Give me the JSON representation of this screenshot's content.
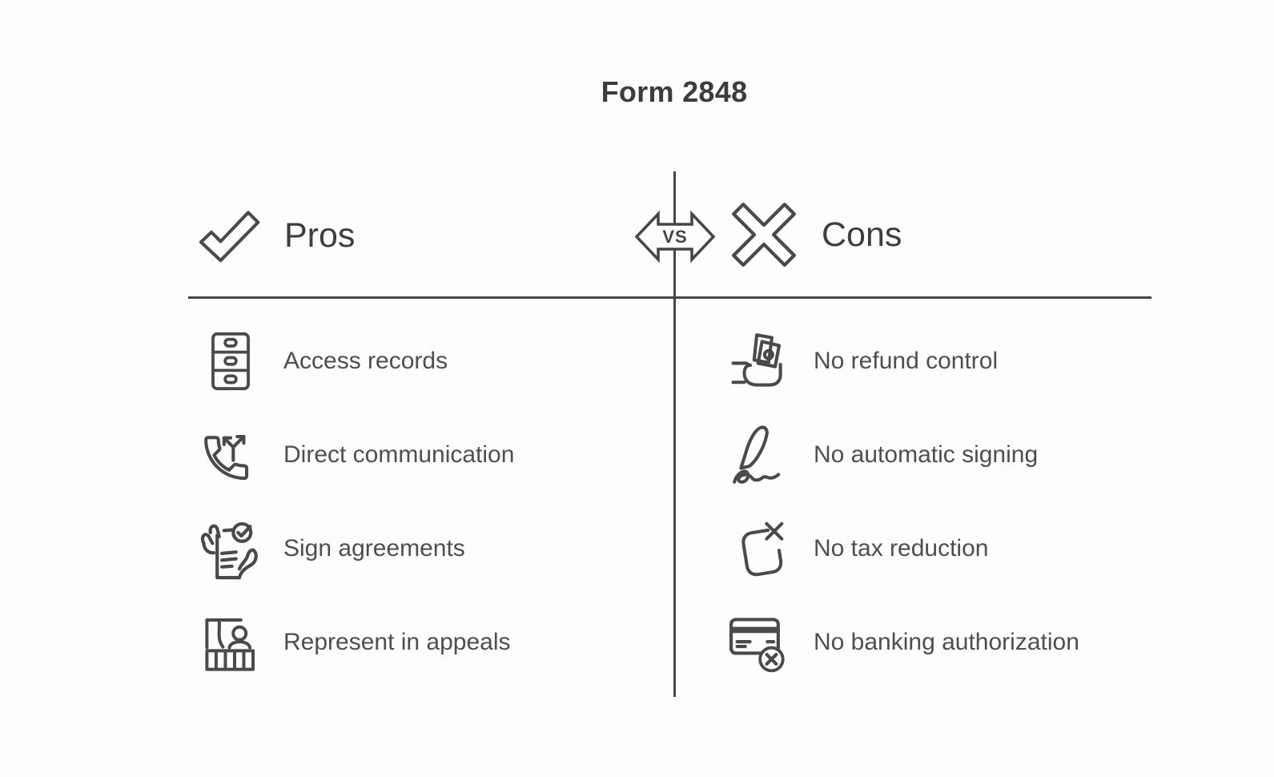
{
  "title": "Form 2848",
  "divider": {
    "vs_label": "VS"
  },
  "colors": {
    "background": "#fdfdfd",
    "title_text": "#3c3c3c",
    "heading_text": "#3e3e3e",
    "item_text": "#4e4e4e",
    "line": "#454545",
    "icon_stroke": "#4a4a4a"
  },
  "pros": {
    "heading": "Pros",
    "icon": "checkmark-icon",
    "items": [
      {
        "label": "Access records",
        "icon": "file-cabinet-icon"
      },
      {
        "label": "Direct communication",
        "icon": "phone-forward-icon"
      },
      {
        "label": "Sign agreements",
        "icon": "signed-document-icon"
      },
      {
        "label": "Represent in appeals",
        "icon": "courtroom-representation-icon"
      }
    ]
  },
  "cons": {
    "heading": "Cons",
    "icon": "cross-icon",
    "items": [
      {
        "label": "No refund control",
        "icon": "hand-holding-money-icon"
      },
      {
        "label": "No automatic signing",
        "icon": "pen-signature-icon"
      },
      {
        "label": "No tax reduction",
        "icon": "document-x-icon"
      },
      {
        "label": "No banking authorization",
        "icon": "credit-card-x-icon"
      }
    ]
  }
}
